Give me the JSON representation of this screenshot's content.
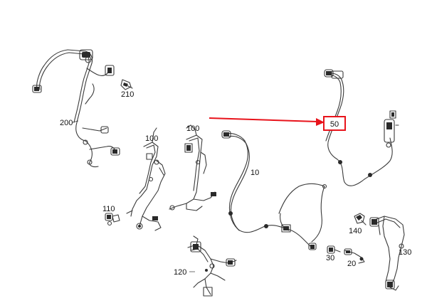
{
  "diagram": {
    "labels": {
      "l210": "210",
      "l200": "200",
      "l100a": "100",
      "l100b": "100",
      "l10": "10",
      "l50": "50",
      "l110": "110",
      "l140": "140",
      "l120": "120",
      "l30": "30",
      "l20": "20",
      "l130": "130"
    },
    "highlight": {
      "target": "50",
      "arrow_color": "#e8131b",
      "box_color": "#e8131b"
    }
  }
}
